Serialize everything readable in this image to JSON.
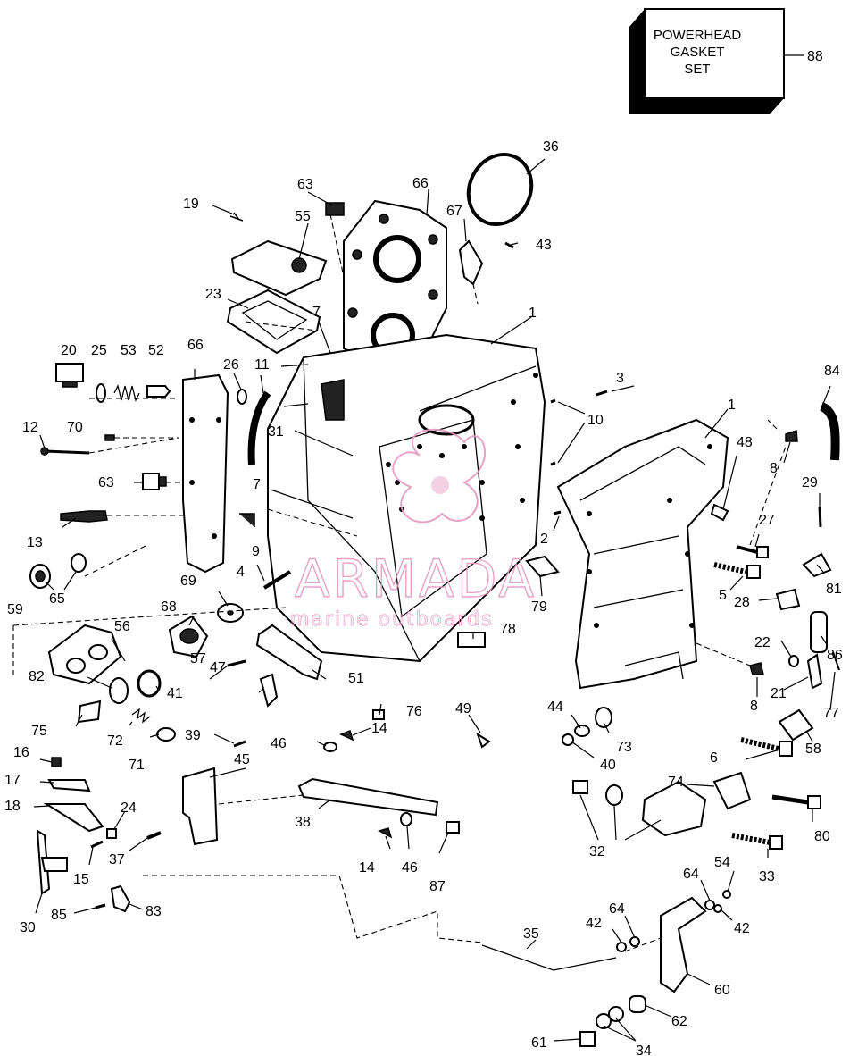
{
  "gasket_box": {
    "line1": "POWERHEAD",
    "line2": "GASKET",
    "line3": "SET",
    "number": "88"
  },
  "watermark": {
    "brand": "ARMADA",
    "tagline": "marine outboards"
  },
  "labels": {
    "l1a": "1",
    "l1b": "1",
    "l2": "2",
    "l3": "3",
    "l4": "4",
    "l5": "5",
    "l6": "6",
    "l7a": "7",
    "l7b": "7",
    "l8a": "8",
    "l8b": "8",
    "l9": "9",
    "l10": "10",
    "l11": "11",
    "l12": "12",
    "l13": "13",
    "l14a": "14",
    "l14b": "14",
    "l15": "15",
    "l16": "16",
    "l17": "17",
    "l18": "18",
    "l19": "19",
    "l20": "20",
    "l21": "21",
    "l22": "22",
    "l23": "23",
    "l24": "24",
    "l25": "25",
    "l26": "26",
    "l27": "27",
    "l28": "28",
    "l29": "29",
    "l30": "30",
    "l31": "31",
    "l32": "32",
    "l33": "33",
    "l34": "34",
    "l35": "35",
    "l36": "36",
    "l37": "37",
    "l38": "38",
    "l39": "39",
    "l40": "40",
    "l41": "41",
    "l42a": "42",
    "l42b": "42",
    "l43": "43",
    "l44": "44",
    "l45": "45",
    "l46a": "46",
    "l46b": "46",
    "l47": "47",
    "l48": "48",
    "l49": "49",
    "l51": "51",
    "l52": "52",
    "l53": "53",
    "l54": "54",
    "l55": "55",
    "l56": "56",
    "l57": "57",
    "l58": "58",
    "l59": "59",
    "l60": "60",
    "l61": "61",
    "l62": "62",
    "l63a": "63",
    "l63b": "63",
    "l64a": "64",
    "l64b": "64",
    "l65": "65",
    "l66a": "66",
    "l66b": "66",
    "l67": "67",
    "l68": "68",
    "l69": "69",
    "l70": "70",
    "l71": "71",
    "l72": "72",
    "l73": "73",
    "l74": "74",
    "l75": "75",
    "l76": "76",
    "l77": "77",
    "l78": "78",
    "l79": "79",
    "l80": "80",
    "l81": "81",
    "l82": "82",
    "l83": "83",
    "l84": "84",
    "l85": "85",
    "l86": "86",
    "l87": "87"
  }
}
